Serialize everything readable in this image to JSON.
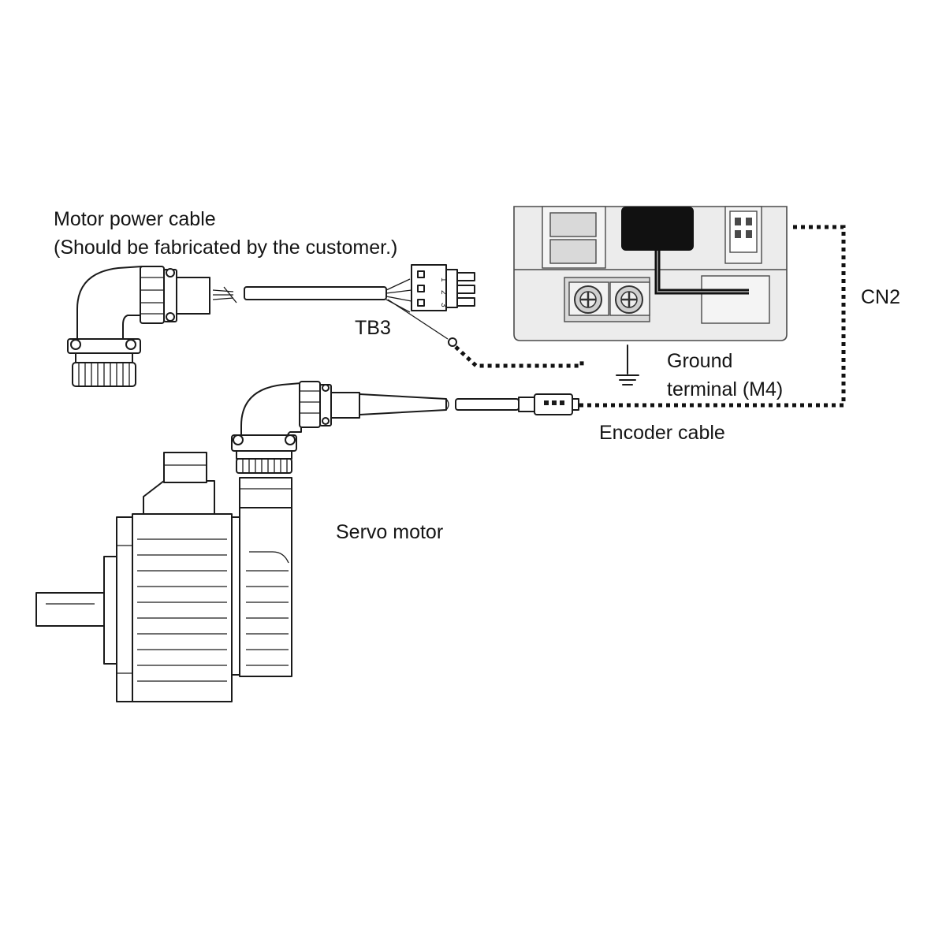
{
  "labels": {
    "motor_power_cable_line1": "Motor power cable",
    "motor_power_cable_line2": "(Should be fabricated by the customer.)",
    "tb3": "TB3",
    "cn2": "CN2",
    "ground_line1": "Ground",
    "ground_line2": "terminal (M4)",
    "encoder_cable": "Encoder cable",
    "servo_motor": "Servo motor"
  },
  "tb3_pins": [
    "1",
    "2",
    "3"
  ],
  "colors": {
    "line": "#1a1a1a",
    "drive_fill": "#ececec",
    "text": "#141414",
    "background": "#ffffff"
  }
}
